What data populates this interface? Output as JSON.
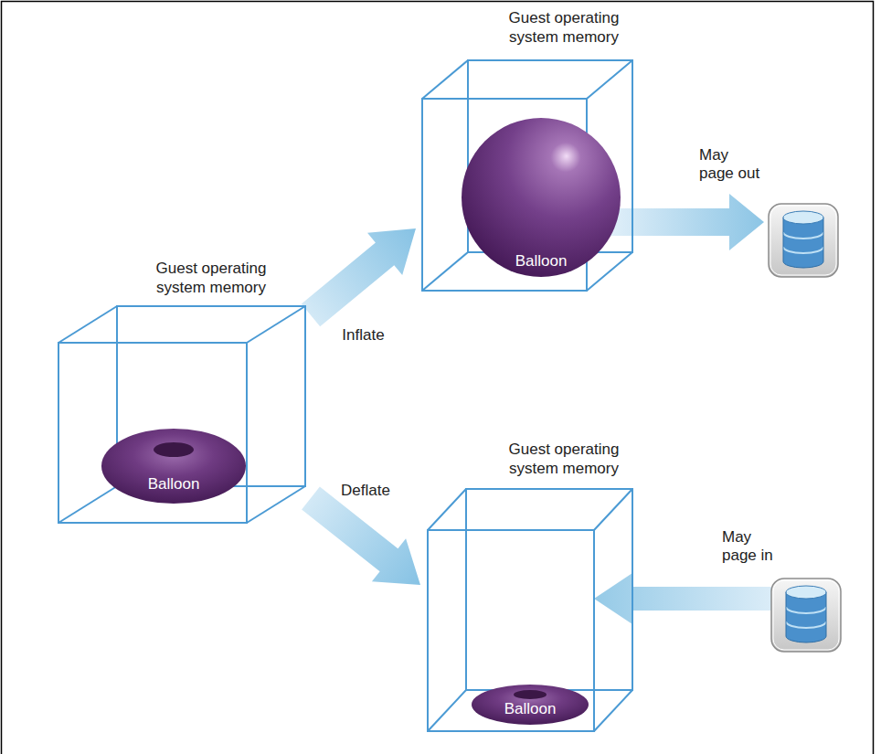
{
  "diagram": {
    "nodes": [
      {
        "text": [
          "Guest operating system memory"
        ]
      },
      {
        "text": [
          "Balloon"
        ],
        "in": 0
      },
      {
        "text": [
          "Guest operating system memory"
        ]
      },
      {
        "text": [
          "Balloon"
        ],
        "in": 2
      },
      {
        "text": [
          "Guest operating system memory"
        ]
      },
      {
        "text": [
          "Balloon"
        ],
        "in": 4
      }
    ],
    "edges": [
      {
        "from": 0,
        "to": 2,
        "arrow": "to",
        "label": "Inflate"
      },
      {
        "from": 0,
        "to": 4,
        "arrow": "to",
        "label": "Deflate"
      }
    ],
    "labels": [
      "May page out",
      "May page in"
    ]
  }
}
